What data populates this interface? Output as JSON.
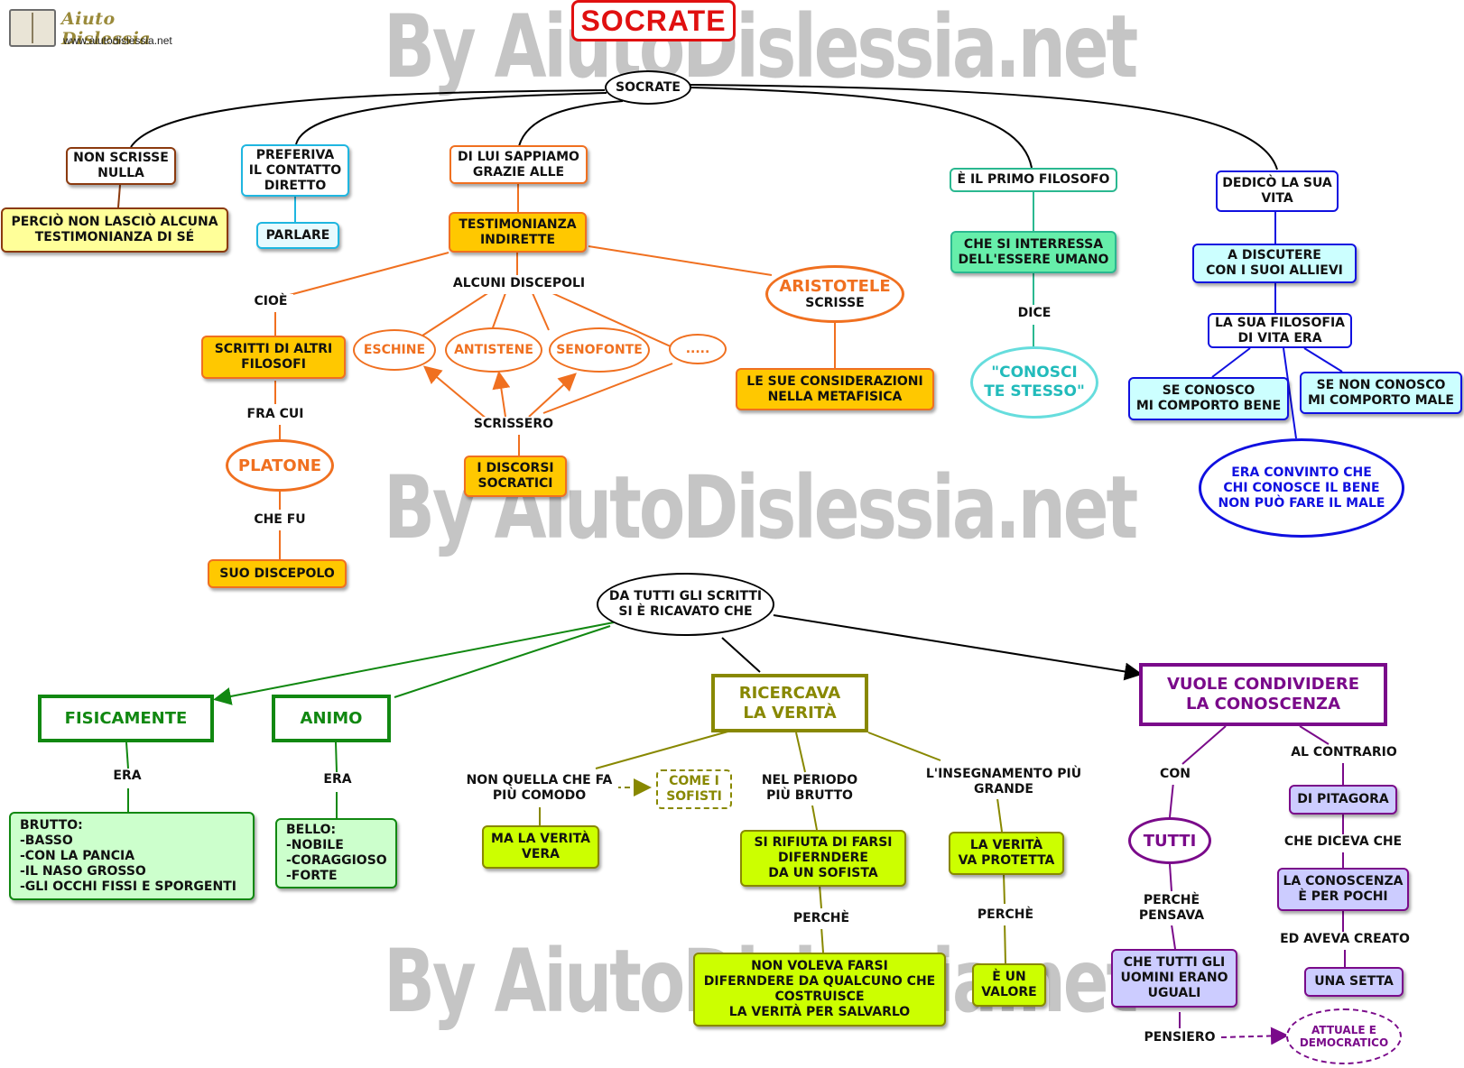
{
  "header": {
    "logo_title": "Aiuto Dislessia",
    "logo_url": "www.aiutodislessia.net",
    "title": "SOCRATE",
    "watermark": "By AiutoDislessia.net"
  },
  "colors": {
    "brown": "#8b3a0f",
    "cyan": "#1fb6e0",
    "orange": "#f07020",
    "teal": "#2ab890",
    "blue": "#1010e0",
    "green": "#118811",
    "olive": "#888800",
    "purple": "#7a0a8a",
    "yellow_fill": "#ffff99",
    "orange_fill": "#ffc800",
    "lime_fill": "#ccff00",
    "lightgreen_fill": "#ccffcc",
    "lavender_fill": "#ccccff"
  },
  "nodes": {
    "socrate": "SOCRATE",
    "non_scrisse": "NON SCRISSE\nNULLA",
    "percio": "PERCIÒ NON LASCIÒ ALCUNA\nTESTIMONIANZA DI SÉ",
    "preferiva": "PREFERIVA\nIL CONTATTO\nDIRETTO",
    "parlare": "PARLARE",
    "di_lui": "DI LUI SAPPIAMO\nGRAZIE ALLE",
    "testimonianza": "TESTIMONIANZA\nINDIRETTE",
    "cioe": "CIOÈ",
    "scritti": "SCRITTI DI ALTRI\nFILOSOFI",
    "fra_cui": "FRA CUI",
    "platone": "PLATONE",
    "che_fu": "CHE FU",
    "suo_discepolo": "SUO DISCEPOLO",
    "alcuni": "ALCUNI DISCEPOLI",
    "eschine": "ESCHINE",
    "antistene": "ANTISTENE",
    "senofonte": "SENOFONTE",
    "dots": ".....",
    "scrissero": "SCRISSERO",
    "discorsi": "I DISCORSI\nSOCRATICI",
    "aristotele": "ARISTOTELE",
    "scrisse": "SCRISSE",
    "metafisica": "LE SUE CONSIDERAZIONI\nNELLA METAFISICA",
    "primo": "È IL PRIMO FILOSOFO",
    "interressa": "CHE SI INTERRESSA\nDELL'ESSERE UMANO",
    "dice": "DICE",
    "conosci": "\"CONOSCI\nTE STESSO\"",
    "dedico": "DEDICÒ LA SUA\nVITA",
    "discutere": "A DISCUTERE\nCON I SUOI ALLIEVI",
    "filosofia": "LA SUA FILOSOFIA\nDI VITA ERA",
    "se_conosco": "SE CONOSCO\nMI COMPORTO BENE",
    "se_non": "SE NON CONOSCO\nMI COMPORTO MALE",
    "convinto": "ERA CONVINTO CHE\nCHI CONOSCE IL BENE\nNON PUÒ FARE IL MALE",
    "da_tutti": "DA TUTTI GLI SCRITTI\nSI È RICAVATO CHE",
    "fisicamente": "FISICAMENTE",
    "era1": "ERA",
    "brutto": "BRUTTO:\n-BASSO\n-CON LA PANCIA\n-IL NASO GROSSO\n-GLI OCCHI FISSI E SPORGENTI",
    "animo": "ANIMO",
    "era2": "ERA",
    "bello": "BELLO:\n-NOBILE\n-CORAGGIOSO\n-FORTE",
    "ricercava": "RICERCAVA\nLA VERITÀ",
    "non_quella": "NON QUELLA CHE FA\nPIÙ COMODO",
    "come_i": "COME I\nSOFISTI",
    "ma_la": "MA LA VERITÀ\nVERA",
    "nel_periodo": "NEL PERIODO\nPIÙ BRUTTO",
    "si_rifiuta": "SI RIFIUTA DI FARSI\nDIFERNDERE\nDA UN SOFISTA",
    "perche1": "PERCHÈ",
    "non_voleva": "NON VOLEVA FARSI\nDIFERNDERE DA QUALCUNO CHE\nCOSTRUISCE\nLA VERITÀ PER SALVARLO",
    "insegnamento": "L'INSEGNAMENTO PIÙ\nGRANDE",
    "verita_protetta": "LA VERITÀ\nVA PROTETTA",
    "perche2": "PERCHÈ",
    "valore": "È UN\nVALORE",
    "vuole": "VUOLE CONDIVIDERE\nLA CONOSCENZA",
    "con": "CON",
    "tutti": "TUTTI",
    "perche_pensava": "PERCHÈ\nPENSAVA",
    "uguali": "CHE TUTTI GLI\nUOMINI ERANO\nUGUALI",
    "pensiero": "PENSIERO",
    "attuale": "ATTUALE E\nDEMOCRATICO",
    "al_contrario": "AL CONTRARIO",
    "pitagora": "DI PITAGORA",
    "diceva": "CHE DICEVA CHE",
    "pochi": "LA CONOSCENZA\nÈ PER POCHI",
    "ed_aveva": "ED AVEVA CREATO",
    "setta": "UNA SETTA"
  }
}
